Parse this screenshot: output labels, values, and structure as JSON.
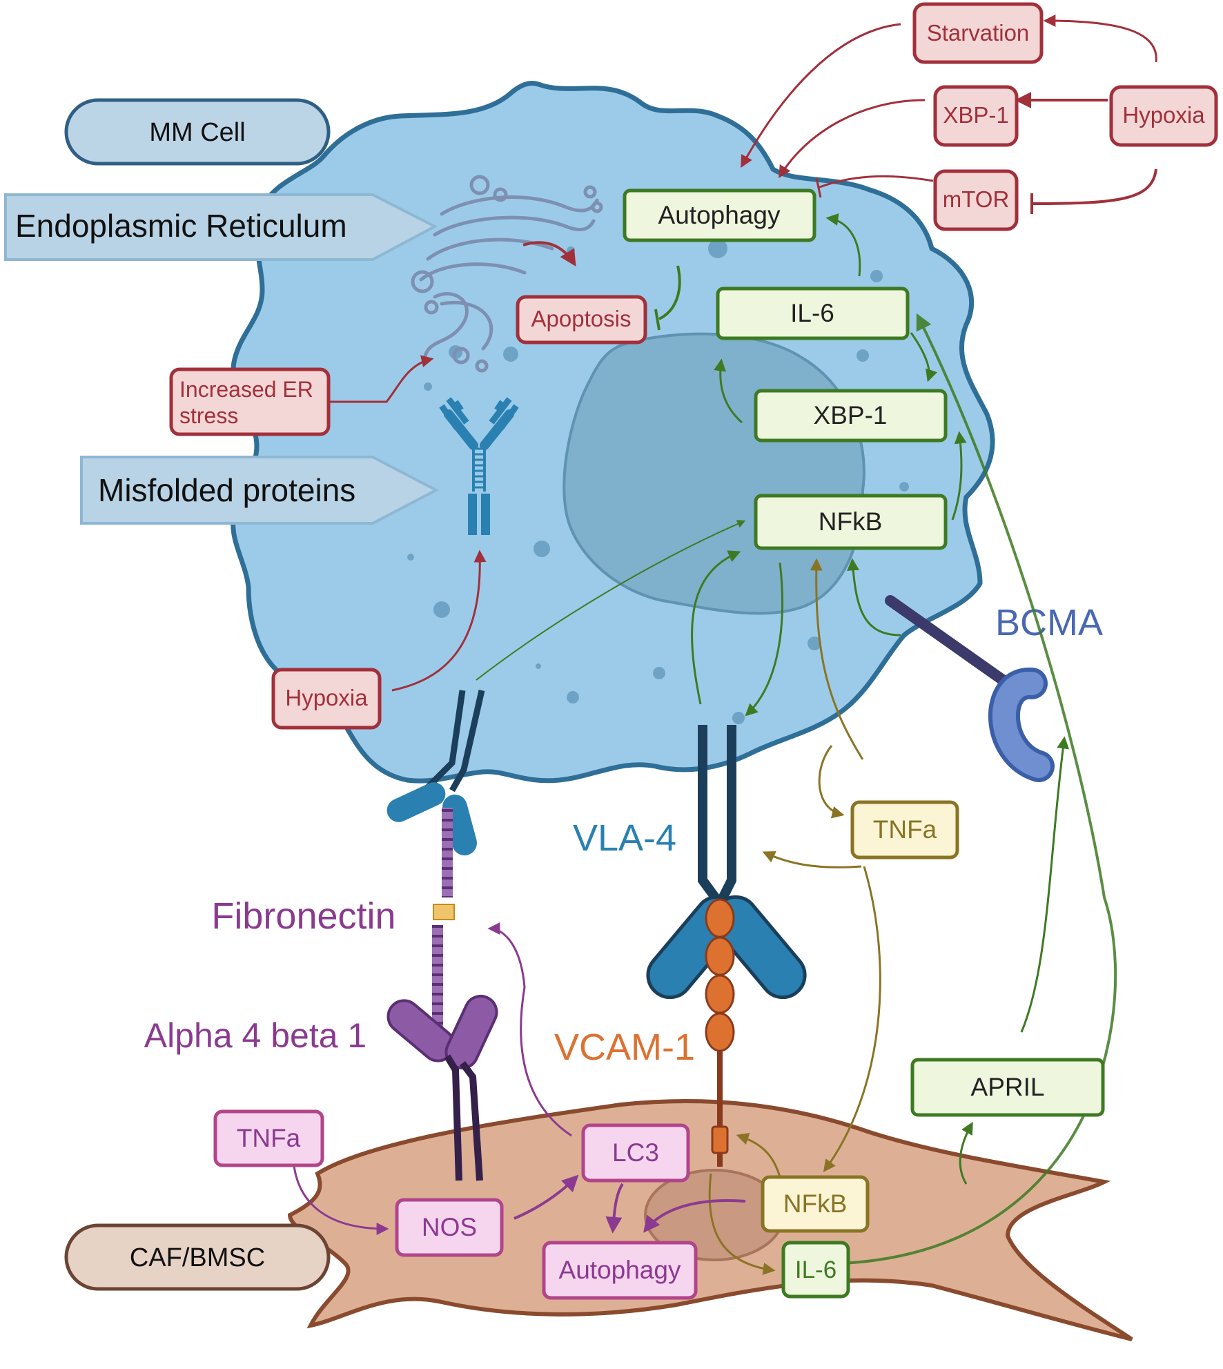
{
  "legend": {
    "mm_cell": "MM Cell",
    "caf_bmsc": "CAF/BMSC"
  },
  "callouts": {
    "er": "Endoplasmic Reticulum",
    "misfolded": "Misfolded proteins"
  },
  "labels": {
    "bcma": "BCMA",
    "vla4": "VLA-4",
    "fibronectin": "Fibronectin",
    "alpha4beta1": "Alpha 4 beta 1",
    "vcam1": "VCAM-1"
  },
  "boxes": {
    "starvation": "Starvation",
    "xbp1_ext": "XBP-1",
    "hypoxia_ext": "Hypoxia",
    "mtor": "mTOR",
    "autophagy_mm": "Autophagy",
    "il6_mm": "IL-6",
    "apoptosis": "Apoptosis",
    "xbp1_mm": "XBP-1",
    "nfkb_mm": "NFkB",
    "er_stress_1": "Increased ER",
    "er_stress_2": "stress",
    "hypoxia_mm": "Hypoxia",
    "tnfa_mm": "TNFa",
    "april": "APRIL",
    "tnfa_caf": "TNFa",
    "lc3": "LC3",
    "nos": "NOS",
    "nfkb_caf": "NFkB",
    "autophagy_caf": "Autophagy",
    "il6_caf": "IL-6"
  },
  "colors": {
    "mm_cell_fill": "#9ccbe9",
    "mm_cell_stroke": "#2f6f97",
    "nucleus": "#7fb0cc",
    "caf_fill": "#ddb096",
    "caf_stroke": "#8a4a2e",
    "red": "#a2303b",
    "red_fill": "#f3d7d6",
    "green": "#3e7a22",
    "green_fill": "#eef6de",
    "olive": "#8a7424",
    "olive_fill": "#fbf5d6",
    "purple": "#8b3a90",
    "pink_fill": "#f6d6ef",
    "pink_stroke": "#b2458a",
    "teal": "#2a80b1",
    "navy": "#1b3f5a",
    "orange": "#dd7130",
    "blue_label": "#4968b3"
  }
}
